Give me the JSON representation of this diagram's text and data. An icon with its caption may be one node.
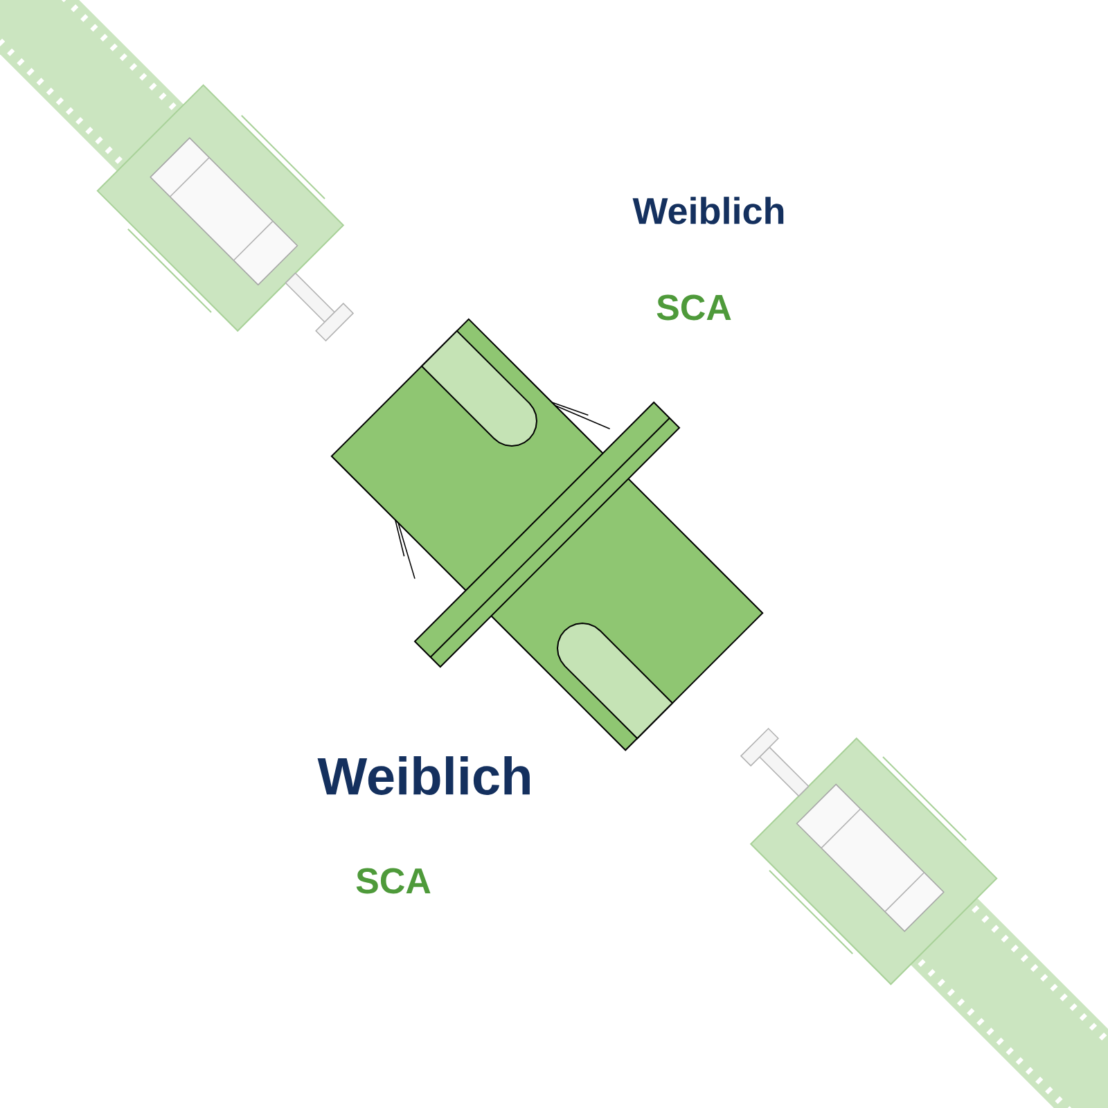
{
  "diagram": {
    "labels": [
      "Weiblich",
      "SCA",
      "Weiblich",
      "SCA"
    ]
  }
}
